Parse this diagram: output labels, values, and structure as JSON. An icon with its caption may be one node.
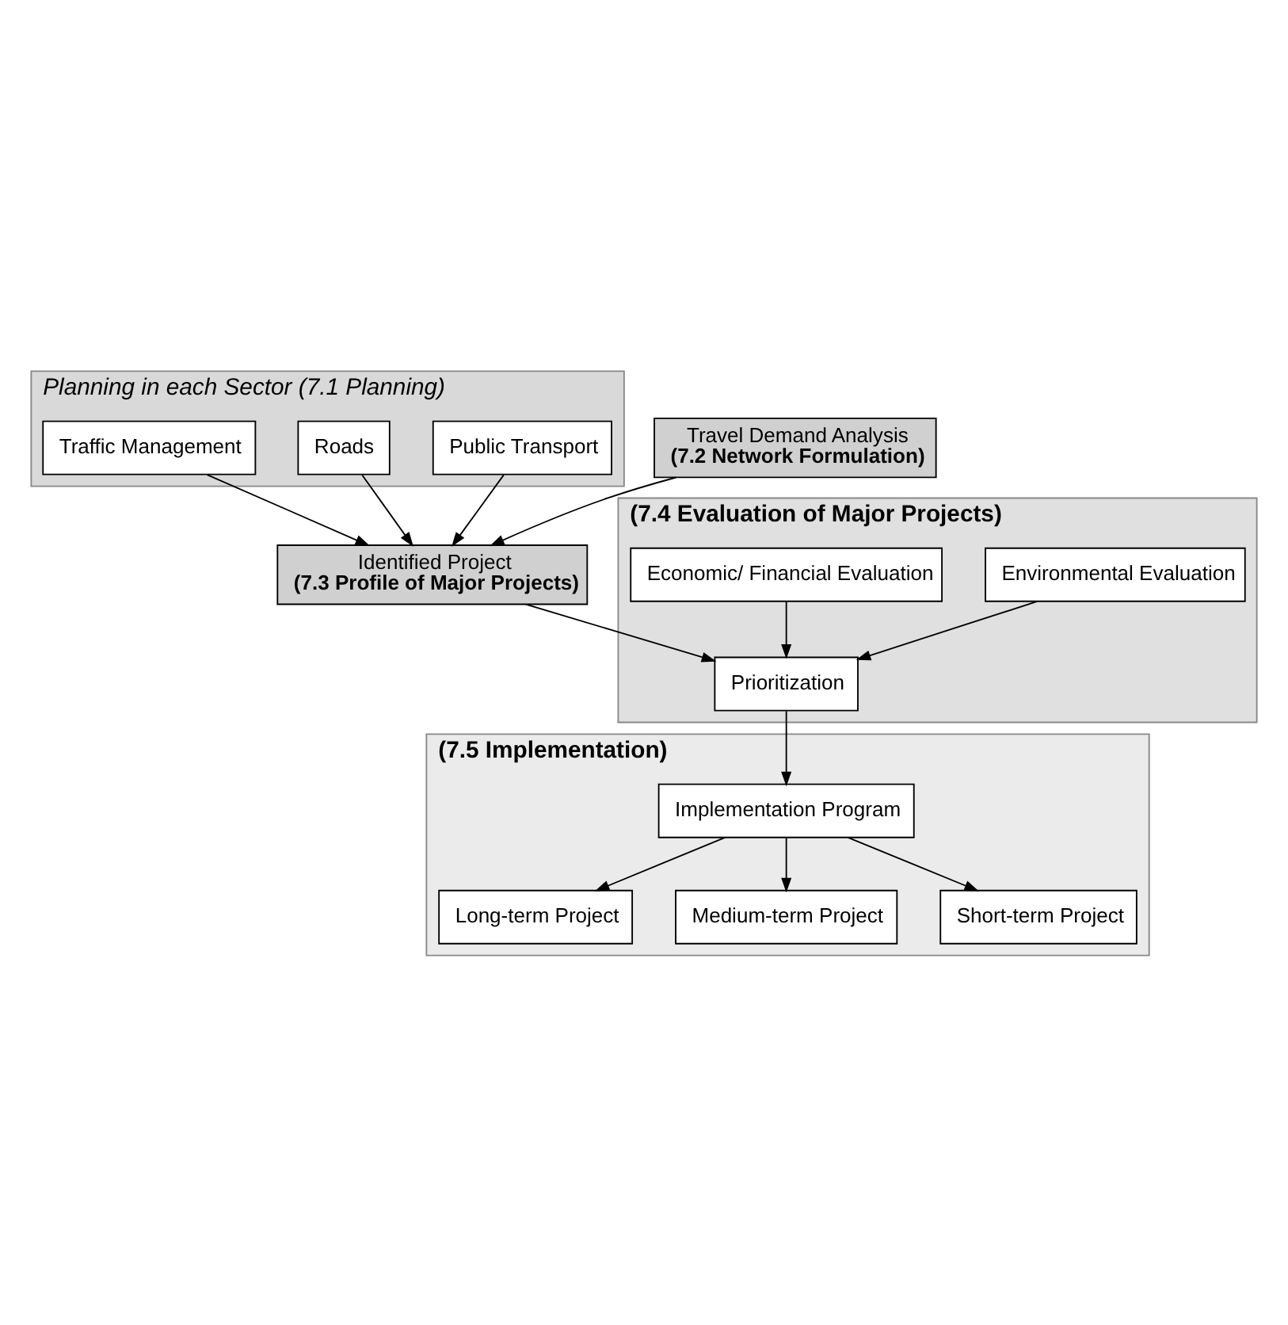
{
  "diagram": {
    "nodes": [
      {
        "text": [
          "Planning in each Sector (7.1 Planning)"
        ]
      },
      {
        "text": [
          "Public Transport"
        ],
        "in": 0
      },
      {
        "text": [
          "Roads"
        ],
        "in": 0
      },
      {
        "text": [
          "Traffic Management"
        ],
        "in": 0
      },
      {
        "text": [
          "Travel Demand Analysis",
          "(7.2 Network Formulation)"
        ]
      },
      {
        "text": [
          "Identified Project",
          "(7.3 Profile of Major Projects)"
        ]
      },
      {
        "text": [
          "(7.4 Evaluation of Major Projects)"
        ]
      },
      {
        "text": [
          "Environmental Evaluation"
        ],
        "in": 6
      },
      {
        "text": [
          "Economic/ Financial Evaluation"
        ],
        "in": 6
      },
      {
        "text": [
          "Prioritization"
        ],
        "in": 6
      },
      {
        "text": [
          "(7.5 Implementation)"
        ]
      },
      {
        "text": [
          "Implementation Program"
        ],
        "in": 10
      },
      {
        "text": [
          "Long-term Project"
        ],
        "in": 10
      },
      {
        "text": [
          "Medium-term Project"
        ],
        "in": 10
      },
      {
        "text": [
          "Short-term Project"
        ],
        "in": 10
      }
    ],
    "edges": [
      {
        "from": 1,
        "to": 5,
        "arrow": "to"
      },
      {
        "from": 2,
        "to": 5,
        "arrow": "to"
      },
      {
        "from": 3,
        "to": 5,
        "arrow": "to"
      },
      {
        "from": 4,
        "to": 5,
        "arrow": "to"
      },
      {
        "from": 5,
        "to": 9,
        "arrow": "to"
      },
      {
        "from": 7,
        "to": 9,
        "arrow": "to"
      },
      {
        "from": 8,
        "to": 9,
        "arrow": "to"
      },
      {
        "from": 9,
        "to": 11,
        "arrow": "to"
      },
      {
        "from": 11,
        "to": 12,
        "arrow": "to"
      },
      {
        "from": 11,
        "to": 13,
        "arrow": "to"
      },
      {
        "from": 11,
        "to": 14,
        "arrow": "to"
      }
    ]
  }
}
